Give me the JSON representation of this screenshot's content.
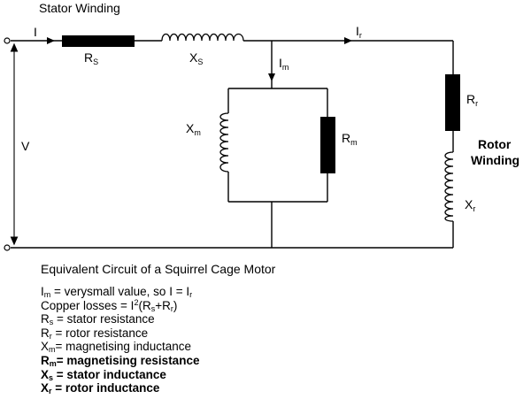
{
  "labels": {
    "stator_winding": "Stator Winding",
    "rotor_winding_line1": "Rotor",
    "rotor_winding_line2": "Winding",
    "current_I": "I",
    "current_Ir": "I",
    "current_Ir_sub": "r",
    "current_Im": "I",
    "current_Im_sub": "m",
    "voltage": "V",
    "Rs": "R",
    "Rs_sub": "S",
    "Xs": "X",
    "Xs_sub": "S",
    "Xm": "X",
    "Xm_sub": "m",
    "Rm": "R",
    "Rm_sub": "m",
    "Rr": "R",
    "Rr_sub": "r",
    "Xr": "X",
    "Xr_sub": "r"
  },
  "caption": "Equivalent Circuit of a Squirrel Cage Motor",
  "legend": {
    "line1": {
      "sym": "I",
      "sub": "m",
      "text": " = verysmall value, so I = I",
      "sub2": "r"
    },
    "line2": {
      "text": "Copper losses = I",
      "sup": "2",
      "text2": "(R",
      "sub": "s",
      "text3": "+R",
      "sub2": "r",
      "text4": ")"
    },
    "line3": {
      "sym": "R",
      "sub": "s",
      "text": " = stator resistance"
    },
    "line4": {
      "sym": "R",
      "sub": "r",
      "text": " = rotor resistance"
    },
    "line5": {
      "sym": "X",
      "sub": "m",
      "text": "= magnetising inductance"
    },
    "line6": {
      "sym": "R",
      "sub": "m",
      "text": "= magnetising resistance"
    },
    "line7": {
      "sym": "X",
      "sub": "s",
      "text": " = stator inductance"
    },
    "line8": {
      "sym": "X",
      "sub": "r",
      "text": " = rotor inductance"
    }
  }
}
